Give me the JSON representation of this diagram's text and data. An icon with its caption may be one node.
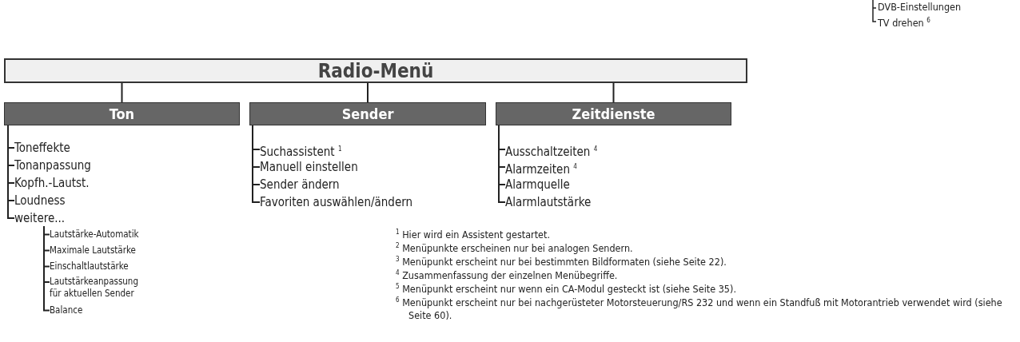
{
  "diagram": {
    "nodes": [
      {
        "text": [
          "Radio-Menü"
        ]
      },
      {
        "text": [
          "Ton"
        ]
      },
      {
        "text": [
          "Sender"
        ]
      },
      {
        "text": [
          "Zeitdienste"
        ]
      },
      {
        "text": [
          "Toneffekte"
        ]
      },
      {
        "text": [
          "Tonanpassung"
        ]
      },
      {
        "text": [
          "Kopfh.-Lautst."
        ]
      },
      {
        "text": [
          "Loudness"
        ]
      },
      {
        "text": [
          "weitere..."
        ]
      },
      {
        "text": [
          "Lautstärke-Automatik"
        ]
      },
      {
        "text": [
          "Maximale Lautstärke"
        ]
      },
      {
        "text": [
          "Einschaltlautstärke"
        ]
      },
      {
        "text": [
          "Lautstärkeanpassung für aktuellen Sender"
        ]
      },
      {
        "text": [
          "Balance"
        ]
      },
      {
        "text": [
          "Suchassistent $^{1}$"
        ]
      },
      {
        "text": [
          "Manuell einstellen"
        ]
      },
      {
        "text": [
          "Sender ändern"
        ]
      },
      {
        "text": [
          "Favoriten auswählen/ändern"
        ]
      },
      {
        "text": [
          "Ausschaltzeiten $^{4}$"
        ]
      },
      {
        "text": [
          "Alarmzeiten $^{4}$"
        ]
      },
      {
        "text": [
          "Alarmquelle"
        ]
      },
      {
        "text": [
          "Alarmlautstärke"
        ]
      }
    ],
    "edges": [
      {
        "from": 0,
        "to": 1,
        "arrow": "none"
      },
      {
        "from": 0,
        "to": 2,
        "arrow": "none"
      },
      {
        "from": 0,
        "to": 3,
        "arrow": "none"
      },
      {
        "from": 1,
        "to": 4,
        "arrow": "none"
      },
      {
        "from": 1,
        "to": 5,
        "arrow": "none"
      },
      {
        "from": 1,
        "to": 6,
        "arrow": "none"
      },
      {
        "from": 1,
        "to": 7,
        "arrow": "none"
      },
      {
        "from": 1,
        "to": 8,
        "arrow": "none"
      },
      {
        "from": 8,
        "to": 9,
        "arrow": "none"
      },
      {
        "from": 8,
        "to": 10,
        "arrow": "none"
      },
      {
        "from": 8,
        "to": 11,
        "arrow": "none"
      },
      {
        "from": 8,
        "to": 12,
        "arrow": "none"
      },
      {
        "from": 8,
        "to": 13,
        "arrow": "none"
      },
      {
        "from": 2,
        "to": 14,
        "arrow": "none"
      },
      {
        "from": 2,
        "to": 15,
        "arrow": "none"
      },
      {
        "from": 2,
        "to": 16,
        "arrow": "none"
      },
      {
        "from": 2,
        "to": 17,
        "arrow": "none"
      },
      {
        "from": 3,
        "to": 18,
        "arrow": "none"
      },
      {
        "from": 3,
        "to": 19,
        "arrow": "none"
      },
      {
        "from": 3,
        "to": 20,
        "arrow": "none"
      },
      {
        "from": 3,
        "to": 21,
        "arrow": "none"
      }
    ],
    "labels": [
      "DVB-Einstellungen",
      "TV drehen $^{6}$",
      "$^{1}$ Hier wird ein Assistent gestartet.",
      "$^{2}$ Menüpunkte erscheinen nur bei analogen Sendern.",
      "$^{3}$ Menüpunkt erscheint nur bei bestimmten Bildformaten (siehe Seite 22).",
      "$^{4}$ Zusammenfassung der einzelnen Menübegriffe.",
      "$^{5}$ Menüpunkt erscheint nur wenn ein CA-Modul gesteckt ist (siehe Seite 35).",
      "$^{6}$ Menüpunkt erscheint nur bei nachgerüsteter Motorsteuerung/RS 232 und wenn ein Standfuß mit Motorantrieb verwendet wird (siehe Seite 60)."
    ]
  }
}
